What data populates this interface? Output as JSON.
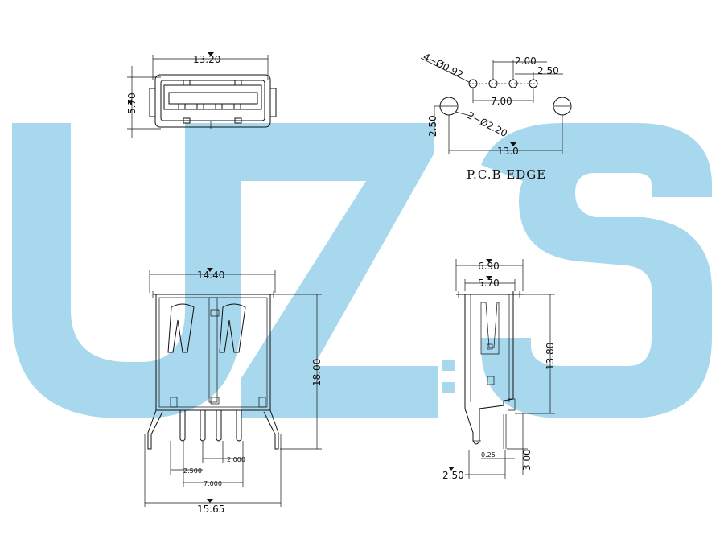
{
  "watermark": {
    "text": "UZS",
    "color": "#a8d8ee"
  },
  "top_view": {
    "width": "13.20",
    "height": "5.70"
  },
  "pcb_layout": {
    "hole_small": "4−Ø0.92",
    "hole_large": "2−Ø2.20",
    "pitch": "2.00",
    "pitch_offset": "2.50",
    "span": "7.00",
    "row_offset": "2.50",
    "mount_span": "13.0",
    "edge_label": "P.C.B EDGE"
  },
  "front_view": {
    "width": "14.40",
    "height": "18.00",
    "pin_offset": "2.500",
    "pin_pitch": "2.000",
    "pin_span": "7.000",
    "leg_span": "15.65"
  },
  "side_view": {
    "width_outer": "6.90",
    "width_inner": "5.70",
    "height": "13.80",
    "pin_thickness": "0.25",
    "pin_length": "3.00",
    "pin_offset": "2.50"
  }
}
